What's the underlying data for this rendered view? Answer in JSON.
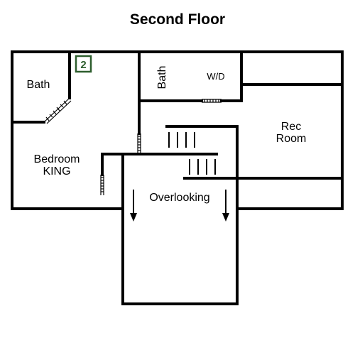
{
  "title": "Second Floor",
  "badge": "2",
  "rooms": {
    "bath_left": "Bath",
    "bath_center": "Bath",
    "wd": "W/D",
    "rec_line1": "Rec",
    "rec_line2": "Room",
    "bedroom_line1": "Bedroom",
    "bedroom_line2": "KING",
    "overlooking": "Overlooking"
  },
  "colors": {
    "badge": "#2e5e2e",
    "walls": "#000000"
  }
}
